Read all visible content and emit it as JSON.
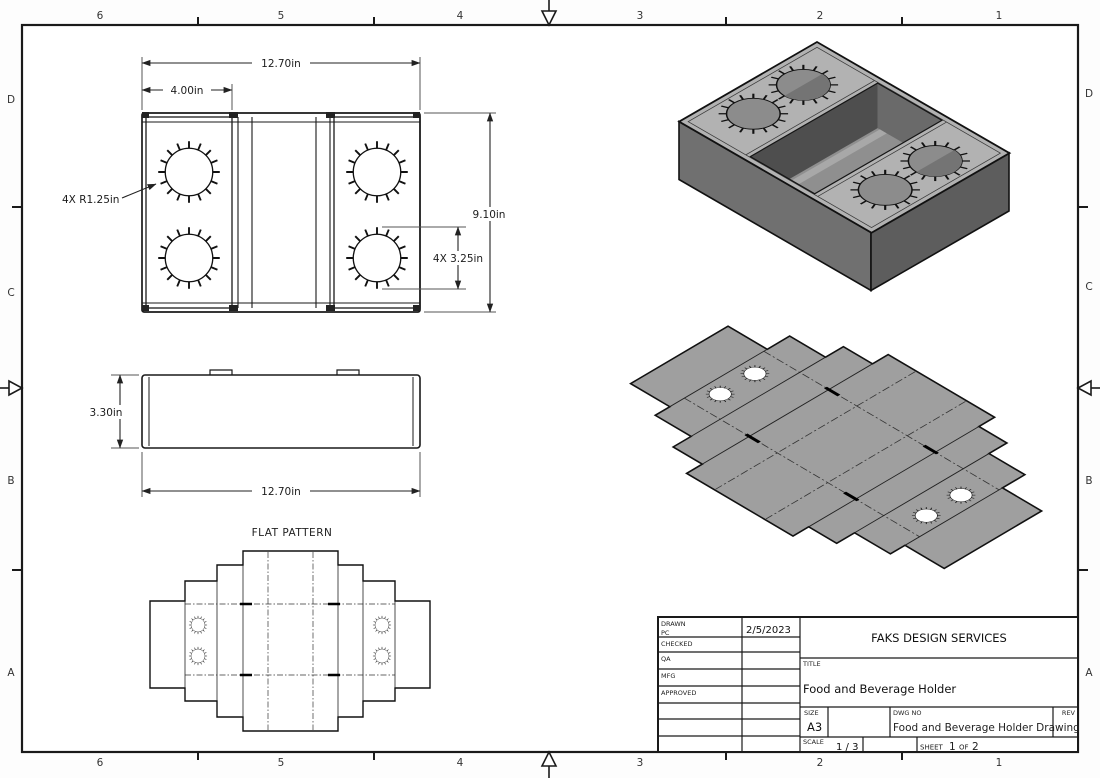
{
  "sheet": {
    "zones_top": [
      "6",
      "5",
      "4",
      "3",
      "2",
      "1"
    ],
    "zones_bottom": [
      "6",
      "5",
      "4",
      "3",
      "2",
      "1"
    ],
    "zones_left": [
      "D",
      "C",
      "B",
      "A"
    ],
    "zones_right": [
      "D",
      "C",
      "B",
      "A"
    ]
  },
  "top_view": {
    "dim_overall_width": "12.70in",
    "dim_panel_width": "4.00in",
    "dim_overall_depth": "9.10in",
    "dim_hole_spacing": "4X 3.25in",
    "dim_hole_radius": "4X R1.25in"
  },
  "front_view": {
    "dim_height": "3.30in",
    "dim_width": "12.70in"
  },
  "flat_pattern": {
    "label": "FLAT PATTERN"
  },
  "title_block": {
    "drawn_label": "DRAWN",
    "drawn_by": "PC",
    "drawn_date": "2/5/2023",
    "checked_label": "CHECKED",
    "qa_label": "QA",
    "mfg_label": "MFG",
    "approved_label": "APPROVED",
    "company": "FAKS DESIGN SERVICES",
    "title_label": "TITLE",
    "title": "Food and Beverage Holder",
    "size_label": "SIZE",
    "size": "A3",
    "dwg_no_label": "DWG NO",
    "dwg_no": "Food and Beverage Holder Drawing",
    "rev_label": "REV",
    "scale_label": "SCALE",
    "scale": "1 / 3",
    "sheet_label": "SHEET",
    "sheet_number": "1",
    "of_label": "OF",
    "sheet_total": "2"
  },
  "colors": {
    "part_top": "#b2b2b2",
    "part_side_left": "#707070",
    "part_side_right": "#5d5d5d",
    "pit_wall_dark": "#4e4e4e",
    "flat_sheet": "#9f9f9f",
    "line": "#1a1a1a"
  }
}
